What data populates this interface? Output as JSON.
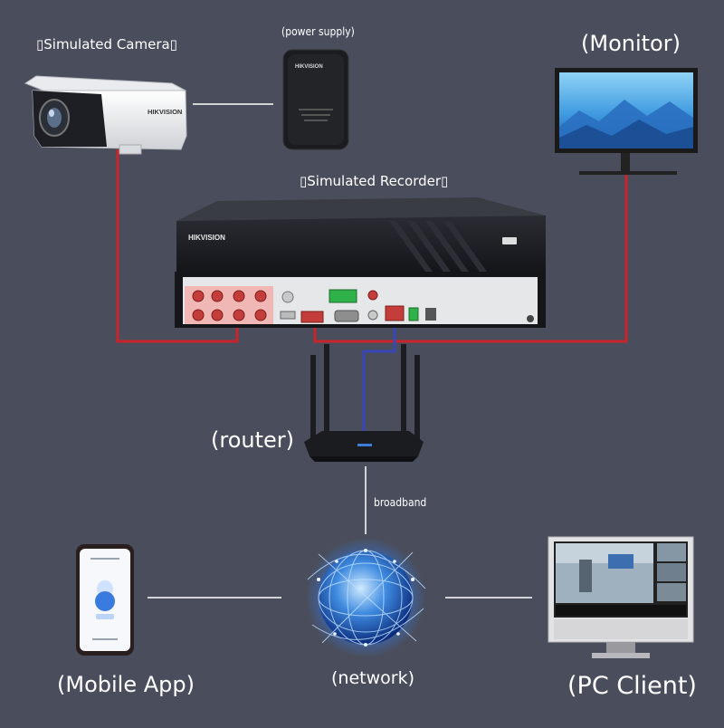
{
  "labels": {
    "camera": "▯Simulated Camera▯",
    "power_supply": "(power supply)",
    "monitor": "(Monitor)",
    "recorder": "▯Simulated Recorder▯",
    "router": "(router)",
    "broadband": "broadband",
    "mobile_app": "(Mobile App)",
    "network": "(network)",
    "pc_client": "(PC Client)"
  },
  "brand": {
    "camera_logo": "HIKVISION",
    "power_logo": "HIKVISION",
    "recorder_logo": "HIKVISION"
  },
  "colors": {
    "background": "#4a4e5c",
    "video_cable": "#c8242a",
    "network_cable": "#3a46b8",
    "link_line": "#ffffff"
  }
}
